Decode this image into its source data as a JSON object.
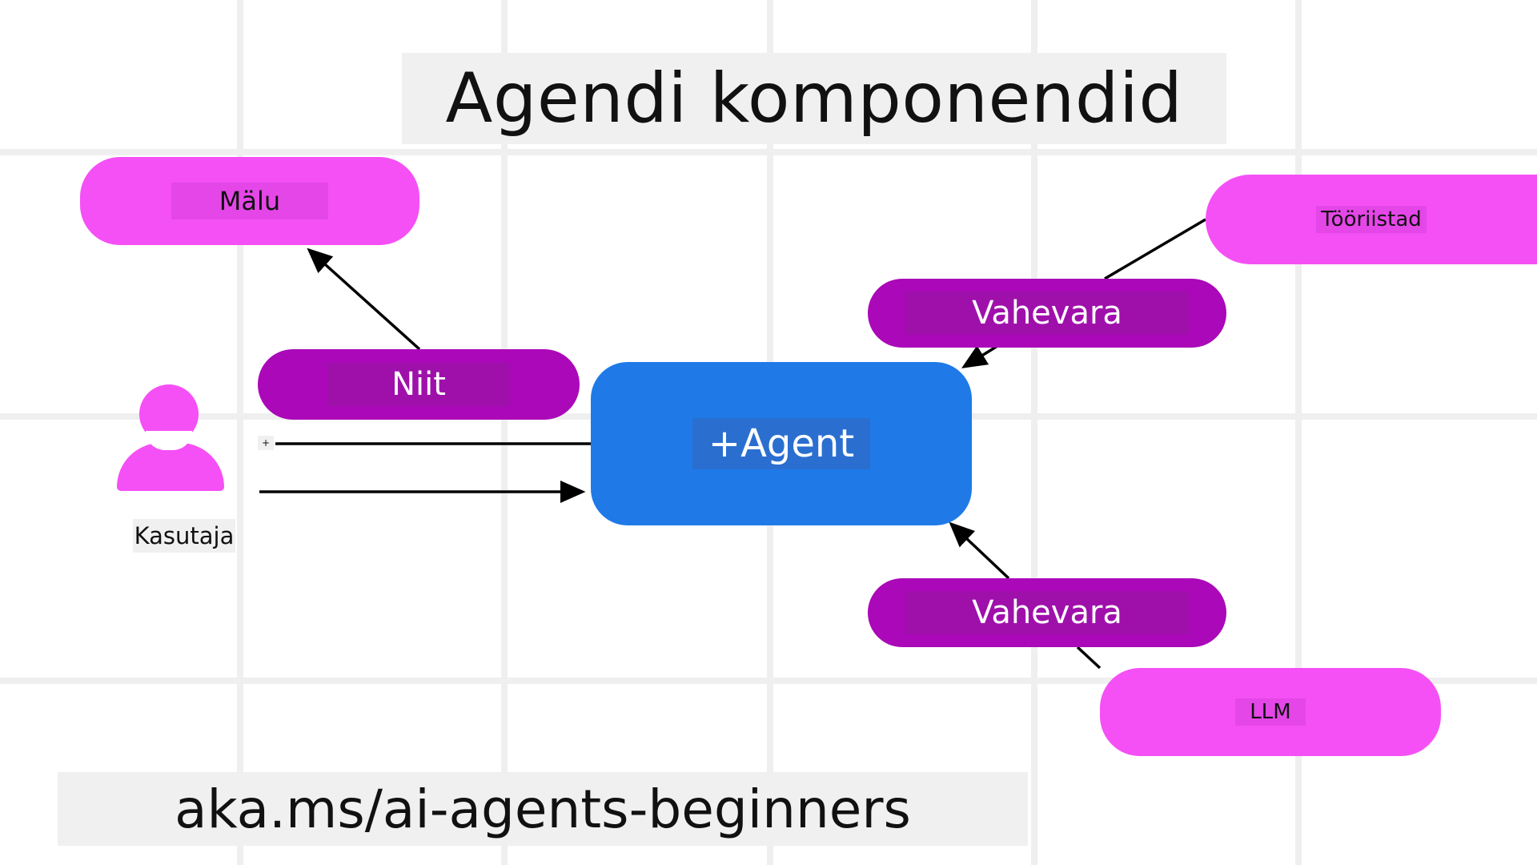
{
  "title": "Agendi komponendid",
  "nodes": {
    "memory": "Mälu",
    "threads": "Niit",
    "agent": "+Agent",
    "user": "Kasutaja",
    "tools": "Tööriistad",
    "middleware_top": "Vahevara",
    "middleware_bottom": "Vahevara",
    "llm": "LLM"
  },
  "small_marker": "+",
  "footer": "aka.ms/ai-agents-beginners",
  "colors": {
    "pink": "#f550f5",
    "purple": "#aa08b8",
    "blue": "#1f7ae8",
    "label_bg": "#f0f0f0"
  }
}
